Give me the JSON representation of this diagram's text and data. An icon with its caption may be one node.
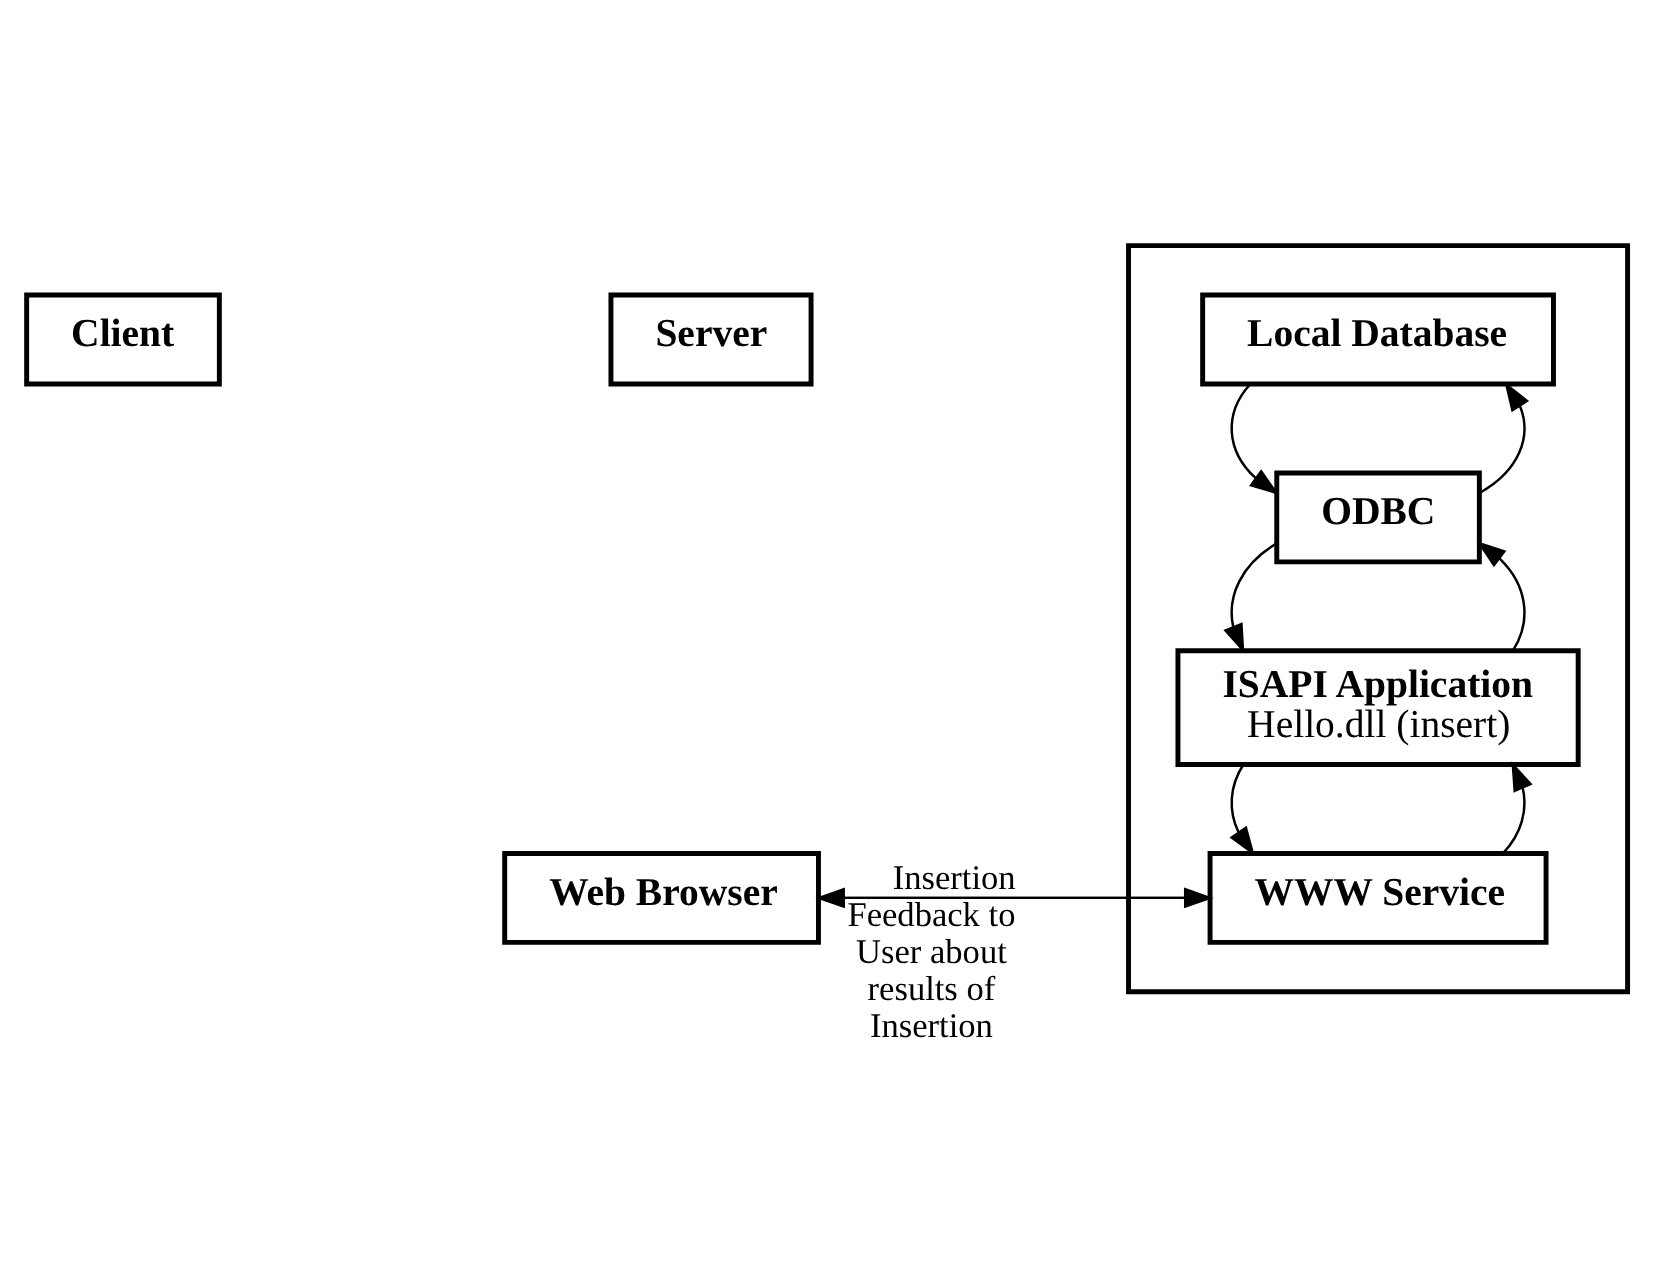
{
  "diagram": {
    "nodes": [
      {
        "text": [],
        "shape": "box"
      },
      {
        "text": [
          "Local Database"
        ],
        "in": 0
      },
      {
        "text": [
          "ODBC"
        ],
        "in": 0
      },
      {
        "text": [
          "ISAPI Application",
          "Hello.dll (insert)"
        ],
        "in": 0
      },
      {
        "text": [
          "WWW Service"
        ],
        "in": 0
      },
      {
        "text": [
          "Web Browser"
        ]
      },
      {
        "text": [
          "Client"
        ]
      },
      {
        "text": [
          "Server"
        ]
      }
    ],
    "edges": [
      {
        "from": 2,
        "to": 1,
        "arrow": "to"
      },
      {
        "from": 1,
        "to": 2,
        "arrow": "to"
      },
      {
        "from": 3,
        "to": 2,
        "arrow": "to"
      },
      {
        "from": 2,
        "to": 3,
        "arrow": "to"
      },
      {
        "from": 4,
        "to": 3,
        "arrow": "to"
      },
      {
        "from": 3,
        "to": 4,
        "arrow": "to"
      },
      {
        "from": 5,
        "to": 4,
        "arrow": "to",
        "label": "Insertion"
      },
      {
        "from": 4,
        "to": 5,
        "arrow": "to",
        "label": "Feedback to User about results of Insertion"
      }
    ]
  }
}
